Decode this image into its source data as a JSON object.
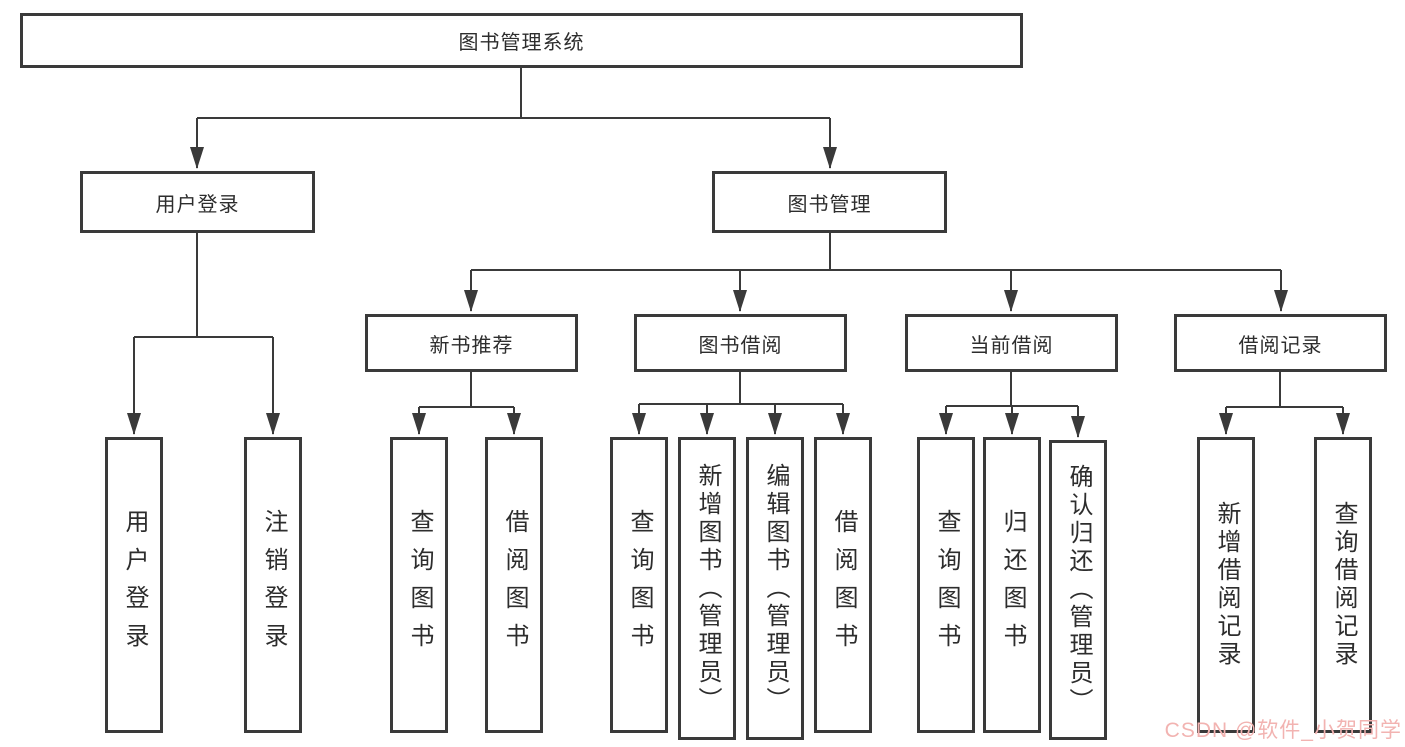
{
  "diagram": {
    "type": "hierarchy-tree",
    "colors": {
      "line": "#3a3a3a",
      "box_border": "#3a3a3a",
      "text": "#2d2d2d",
      "background": "#ffffff",
      "watermark": "#f2b3b1"
    },
    "nodes": {
      "root": "图书管理系统",
      "userLogin": "用户登录",
      "bookMgmt": "图书管理",
      "newBookRec": "新书推荐",
      "bookBorrow": "图书借阅",
      "currentBorrow": "当前借阅",
      "borrowRecord": "借阅记录",
      "leafUserLogin": "用户登录",
      "leafLogout": "注销登录",
      "leafQueryBook1": "查询图书",
      "leafBorrowBook1": "借阅图书",
      "leafQueryBook2": "查询图书",
      "leafAddBook": "新增图书（管理员）",
      "leafEditBook": "编辑图书（管理员）",
      "leafBorrowBook2": "借阅图书",
      "leafQueryBook3": "查询图书",
      "leafReturnBook": "归还图书",
      "leafConfirmReturn": "确认归还（管理员）",
      "leafAddRecord": "新增借阅记录",
      "leafQueryRecord": "查询借阅记录"
    },
    "edges": [
      {
        "from": "root",
        "to": [
          "userLogin",
          "bookMgmt"
        ]
      },
      {
        "from": "userLogin",
        "to": [
          "leafUserLogin",
          "leafLogout"
        ]
      },
      {
        "from": "bookMgmt",
        "to": [
          "newBookRec",
          "bookBorrow",
          "currentBorrow",
          "borrowRecord"
        ]
      },
      {
        "from": "newBookRec",
        "to": [
          "leafQueryBook1",
          "leafBorrowBook1"
        ]
      },
      {
        "from": "bookBorrow",
        "to": [
          "leafQueryBook2",
          "leafAddBook",
          "leafEditBook",
          "leafBorrowBook2"
        ]
      },
      {
        "from": "currentBorrow",
        "to": [
          "leafQueryBook3",
          "leafReturnBook",
          "leafConfirmReturn"
        ]
      },
      {
        "from": "borrowRecord",
        "to": [
          "leafAddRecord",
          "leafQueryRecord"
        ]
      }
    ],
    "watermark": "CSDN @软件_小贺同学"
  }
}
